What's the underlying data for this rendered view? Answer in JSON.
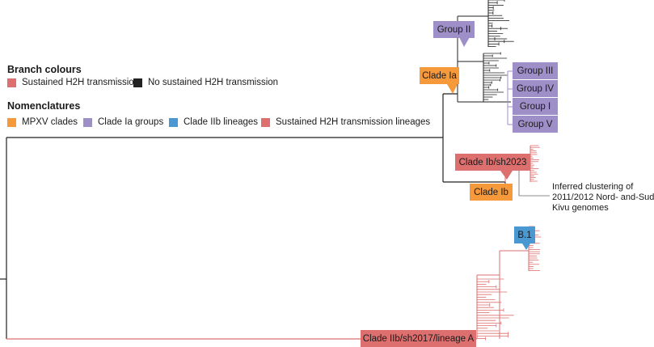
{
  "colors": {
    "sustained": "#dd6f6f",
    "not_sustained": "#222222",
    "mpxv_clades": "#f5993b",
    "clade_ia_groups": "#9f8fc9",
    "clade_iib_lineages": "#4a98d2",
    "sustained_lineages": "#dd6f6f"
  },
  "legend": {
    "branch_heading": "Branch colours",
    "branch_items": [
      {
        "label": "Sustained H2H transmission",
        "color": "#dd6f6f"
      },
      {
        "label": "No sustained H2H transmission",
        "color": "#222222"
      }
    ],
    "nomenclature_heading": "Nomenclatures",
    "nomenclature_items": [
      {
        "label": "MPXV clades",
        "color": "#f5993b"
      },
      {
        "label": "Clade Ia groups",
        "color": "#9f8fc9"
      },
      {
        "label": "Clade IIb lineages",
        "color": "#4a98d2"
      },
      {
        "label": "Sustained H2H transmission lineages",
        "color": "#dd6f6f"
      }
    ]
  },
  "labels": {
    "group_ii": "Group II",
    "clade_ia": "Clade Ia",
    "group_iii": "Group III",
    "group_iv": "Group IV",
    "group_i": "Group I",
    "group_v": "Group V",
    "clade_ib_sh2023": "Clade Ib/sh2023",
    "clade_ib": "Clade Ib",
    "b1": "B.1",
    "clade_iib_sh2017": "Clade IIb/sh2017/lineage A"
  },
  "note": {
    "lines": [
      "Inferred clustering of",
      "2011/2012 Nord- and-Sud",
      "Kivu genomes"
    ]
  }
}
